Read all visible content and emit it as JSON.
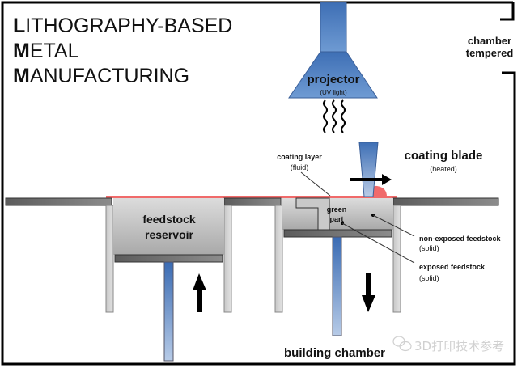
{
  "title": {
    "line1_initial": "L",
    "line1_rest": "ITHOGRAPHY-BASED",
    "line2_initial": "M",
    "line2_rest": "ETAL",
    "line3_initial": "M",
    "line3_rest": "ANUFACTURING"
  },
  "chamber_label": {
    "line1": "chamber",
    "line2": "tempered"
  },
  "projector": {
    "label": "projector",
    "sublabel": "(UV light)"
  },
  "coating_layer": {
    "label": "coating layer",
    "sublabel": "(fluid)"
  },
  "coating_blade": {
    "label": "coating blade",
    "sublabel": "(heated)"
  },
  "feedstock_reservoir": {
    "line1": "feedstock",
    "line2": "reservoir"
  },
  "green_part": {
    "line1": "green",
    "line2": "part"
  },
  "non_exposed_feedstock": {
    "label": "non-exposed feedstock",
    "sublabel": "(solid)"
  },
  "exposed_feedstock": {
    "label": "exposed feedstock",
    "sublabel": "(solid)"
  },
  "building_chamber": {
    "label": "building chamber"
  },
  "watermark": {
    "text": "3D打印技术参考"
  },
  "colors": {
    "frame": "#000000",
    "projector_blue": "#4f7fc0",
    "coating_red": "#f06a6a",
    "platform_gray": "#6b6b6b",
    "material_gray": "#c4c4c4",
    "wall_gray": "#d6d6d6"
  }
}
